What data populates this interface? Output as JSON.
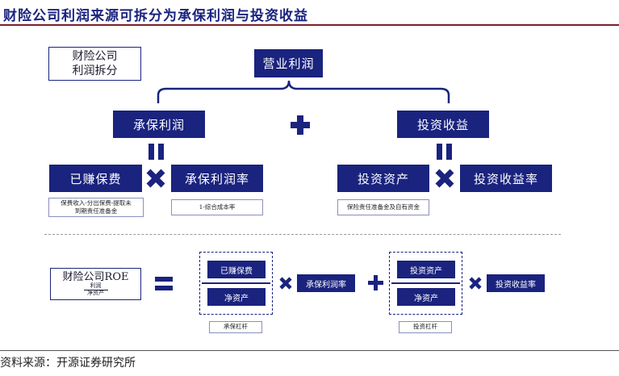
{
  "title": "财险公司利润来源可拆分为承保利润与投资收益",
  "source": "资料来源：开源证券研究所",
  "top": {
    "label_box": [
      "财险公司",
      "利润拆分"
    ],
    "operating_profit": "营业利润",
    "underwriting_profit": "承保利润",
    "investment_income": "投资收益",
    "earned_premium": "已赚保费",
    "underwriting_margin": "承保利润率",
    "investment_assets": "投资资产",
    "investment_yield": "投资收益率",
    "note_earned_premium": [
      "保费收入-分出保费-提取未",
      "到期责任准备金"
    ],
    "note_margin": "1-综合成本率",
    "note_assets": "保险责任准备金及自有资金"
  },
  "bottom": {
    "roe_title": "财险公司ROE",
    "roe_numerator": "利润",
    "roe_denominator": "净资产",
    "earned_premium": "已赚保费",
    "net_assets_1": "净资产",
    "underwriting_margin": "承保利润率",
    "investment_assets": "投资资产",
    "net_assets_2": "净资产",
    "investment_yield": "投资收益率",
    "underwriting_leverage": "承保杠杆",
    "investment_leverage": "投资杠杆"
  },
  "colors": {
    "navy": "#1a237e",
    "title_rule": "#7b1f2a"
  },
  "icons": [
    "plus-icon",
    "times-icon",
    "equals-icon",
    "parallel-equals-icon"
  ]
}
